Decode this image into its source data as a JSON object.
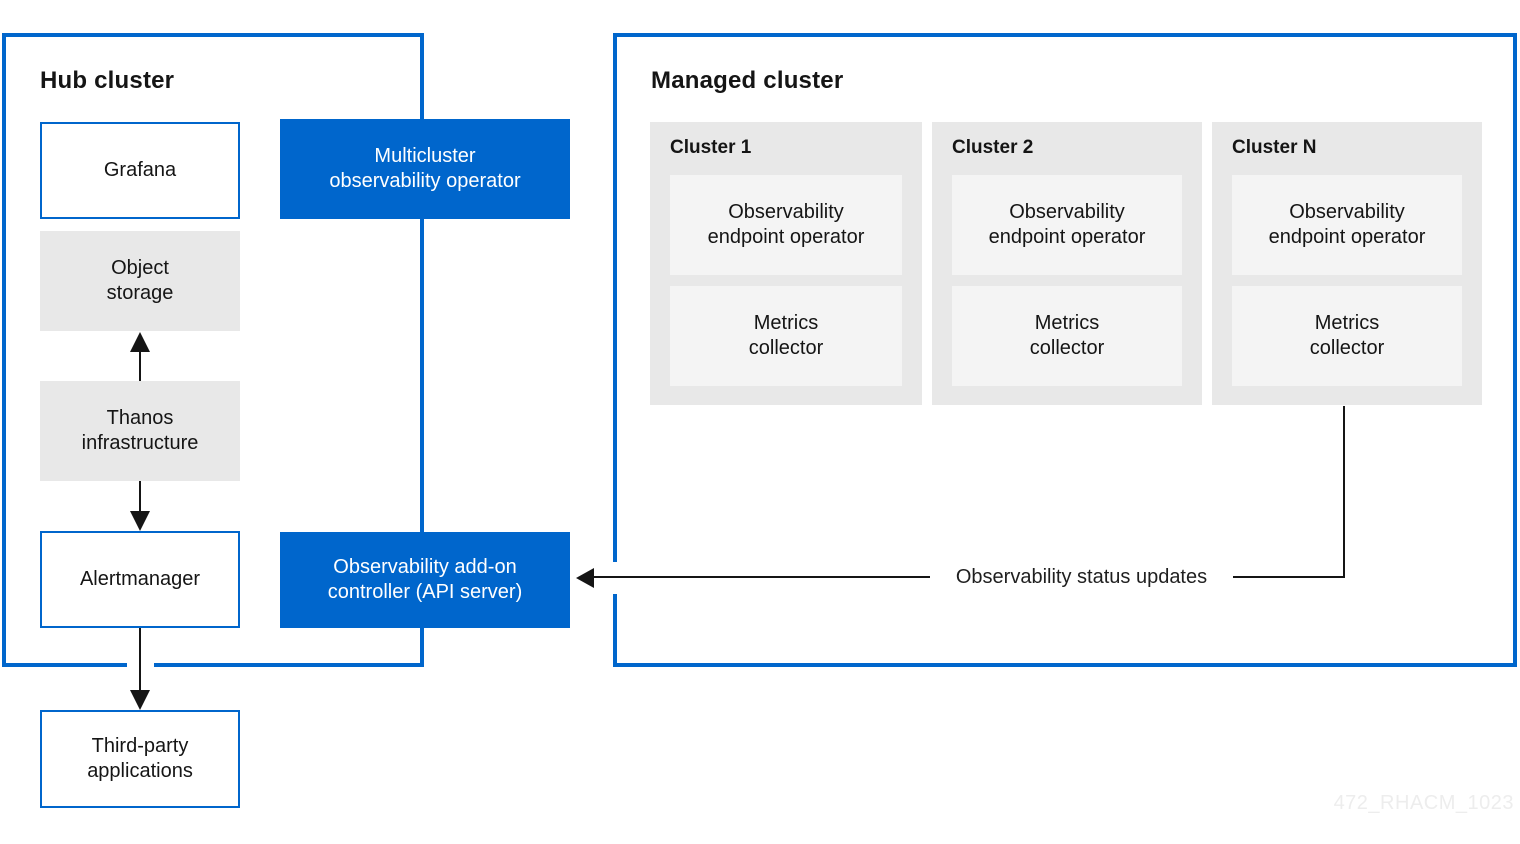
{
  "colors": {
    "accent_blue": "#0066cc",
    "card_gray": "#e8e8e8",
    "component_gray": "#f4f4f4",
    "text_dark": "#151515",
    "arrow_black": "#151515",
    "watermark_gray": "#ededed"
  },
  "hub": {
    "title": "Hub cluster",
    "grafana": {
      "label": "Grafana"
    },
    "object_storage": {
      "lines": [
        "Object",
        "storage"
      ]
    },
    "thanos": {
      "lines": [
        "Thanos",
        "infrastructure"
      ]
    },
    "alertmanager": {
      "label": "Alertmanager"
    },
    "mco": {
      "lines": [
        "Multicluster",
        "observability operator"
      ]
    },
    "addon": {
      "lines": [
        "Observability add-on",
        "controller (API server)"
      ]
    }
  },
  "managed": {
    "title": "Managed cluster",
    "clusters": [
      {
        "name": "Cluster 1",
        "components": [
          {
            "lines": [
              "Observability",
              "endpoint operator"
            ]
          },
          {
            "lines": [
              "Metrics",
              "collector"
            ]
          }
        ]
      },
      {
        "name": "Cluster 2",
        "components": [
          {
            "lines": [
              "Observability",
              "endpoint operator"
            ]
          },
          {
            "lines": [
              "Metrics",
              "collector"
            ]
          }
        ]
      },
      {
        "name": "Cluster N",
        "components": [
          {
            "lines": [
              "Observability",
              "endpoint operator"
            ]
          },
          {
            "lines": [
              "Metrics",
              "collector"
            ]
          }
        ]
      }
    ]
  },
  "external": {
    "third_party": {
      "lines": [
        "Third-party",
        "applications"
      ]
    }
  },
  "connector": {
    "label": "Observability status updates"
  },
  "watermark": "472_RHACM_1023"
}
